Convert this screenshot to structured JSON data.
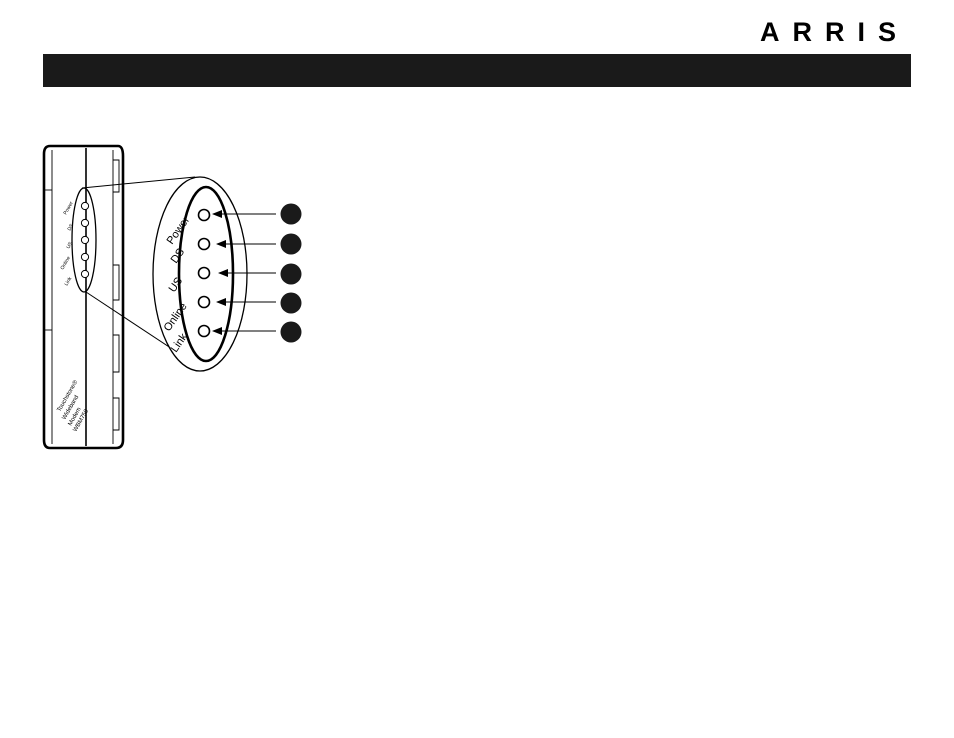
{
  "brand": {
    "logo_text": "ARRIS"
  },
  "header": {
    "title": ""
  },
  "diagram": {
    "device_labels": {
      "power": "Power",
      "ds": "DS",
      "us": "US",
      "online": "Online",
      "link": "Link"
    },
    "magnified_labels": {
      "power": "Power",
      "ds": "DS",
      "us": "US",
      "online": "Online",
      "link": "Link"
    },
    "product_text": {
      "line1": "Touchstone®",
      "line2": "Wideband",
      "line3": "Modem",
      "line4": "WBM750"
    },
    "callout_numbers": [
      "",
      "",
      "",
      "",
      ""
    ],
    "colors": {
      "ink": "#000000",
      "header_bar": "#1a1a1a",
      "callout_fill": "#1a1a1a"
    }
  }
}
